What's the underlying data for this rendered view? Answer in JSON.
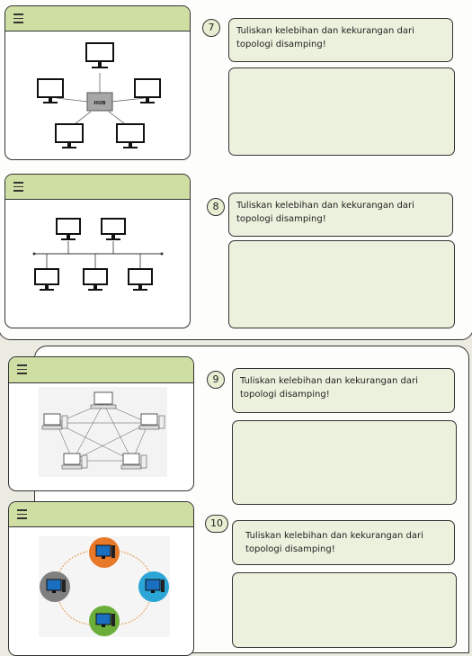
{
  "questions": [
    {
      "number": "7",
      "prompt": "Tuliskan kelebihan dan kekurangan dari topologi disamping!",
      "answer": ""
    },
    {
      "number": "8",
      "prompt": "Tuliskan kelebihan dan kekurangan dari topologi disamping!",
      "answer": ""
    },
    {
      "number": "9",
      "prompt": "Tuliskan kelebihan dan kekurangan dari topologi disamping!",
      "answer": ""
    },
    {
      "number": "10",
      "prompt": "Tuliskan kelebihan dan kekurangan dari topologi disamping!",
      "answer": ""
    }
  ],
  "diagrams": {
    "star": {
      "hub_label": "HUB",
      "icon": "monitor-icon"
    },
    "bus": {
      "icon": "monitor-icon"
    },
    "mesh": {
      "icon": "computer-icon"
    },
    "ring": {
      "icon": "computer-icon",
      "node_colors": [
        "#e8792a",
        "#2aa5d6",
        "#6cae3a",
        "#7f7f7f"
      ]
    }
  },
  "colors": {
    "header_green": "#cfdfa4",
    "box_green": "#ecf1dd",
    "page_bg": "#ecebe2"
  }
}
